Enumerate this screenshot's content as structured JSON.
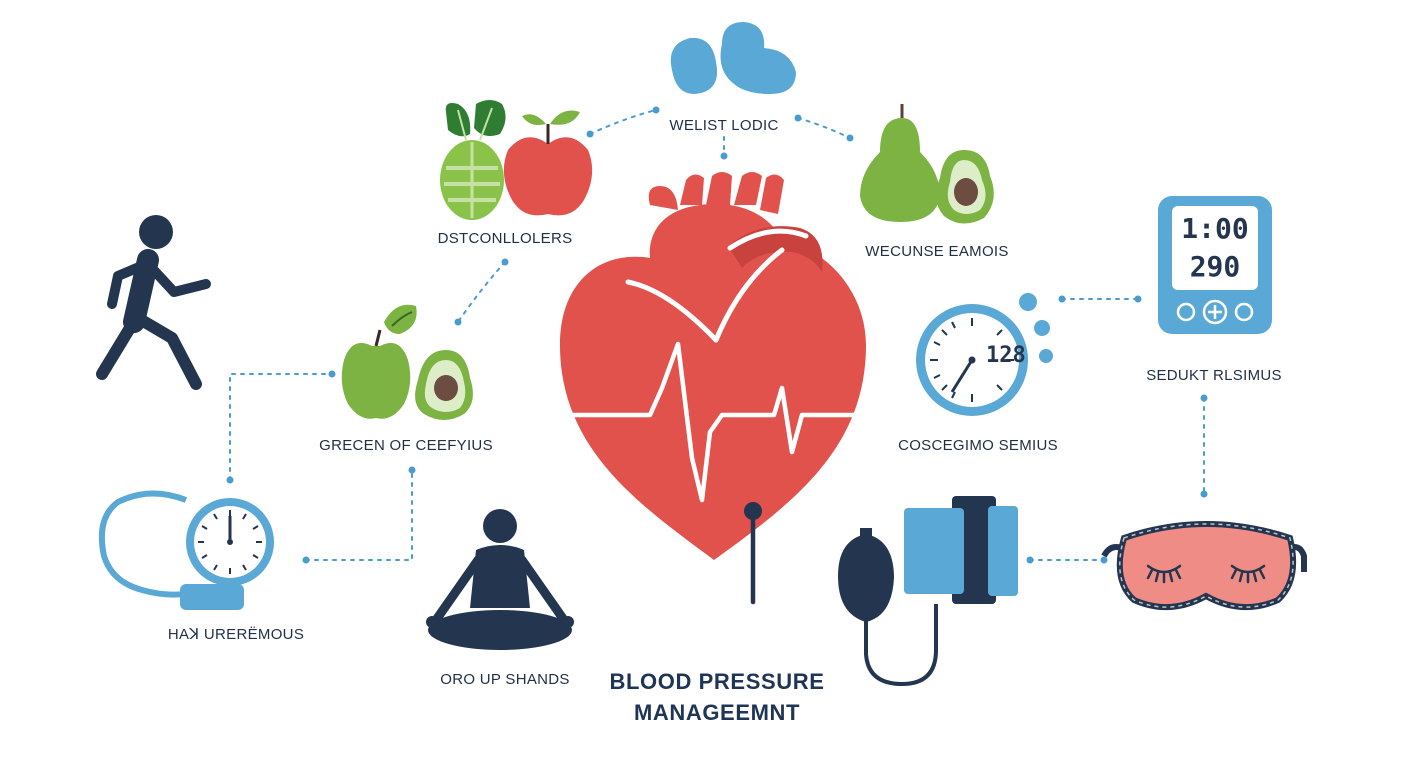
{
  "title": {
    "line1": "BLOOD PRESSURE",
    "line2": "MANAGEEMNT"
  },
  "labels": {
    "weight_logic": "WELIST LODIC",
    "dash_nodes": "DSTCONLLOLERS",
    "whole_foods": "WECUNSE EAMOIS",
    "green_foods": "GRECEN OF CEEFYIUS",
    "stress_levels": "COSCEGIMO SEMIUS",
    "sleep_rhythms": "SEDUKT RLSIMUS",
    "heart_rate": "HAꓘ URERËMOUS",
    "relax": "ORO UP SHANDS"
  },
  "monitor_readout": {
    "line1": "1:00",
    "line2": "290"
  },
  "gauge_readout": "128",
  "colors": {
    "heart_red": "#e2524c",
    "navy": "#24364f",
    "sky_blue": "#5aa8d6",
    "leaf_green": "#7cb342",
    "connector": "#4a9ccf",
    "mask_pink": "#f08c86"
  },
  "icons": [
    "heart-icon",
    "running-person-icon",
    "vegetables-icon",
    "apple-icon",
    "kidneys-icon",
    "pear-icon",
    "avocado-icon",
    "digital-monitor-icon",
    "green-apple-icon",
    "gauge-icon",
    "stopwatch-icon",
    "meditation-icon",
    "bp-cuff-icon",
    "sleep-mask-icon"
  ]
}
